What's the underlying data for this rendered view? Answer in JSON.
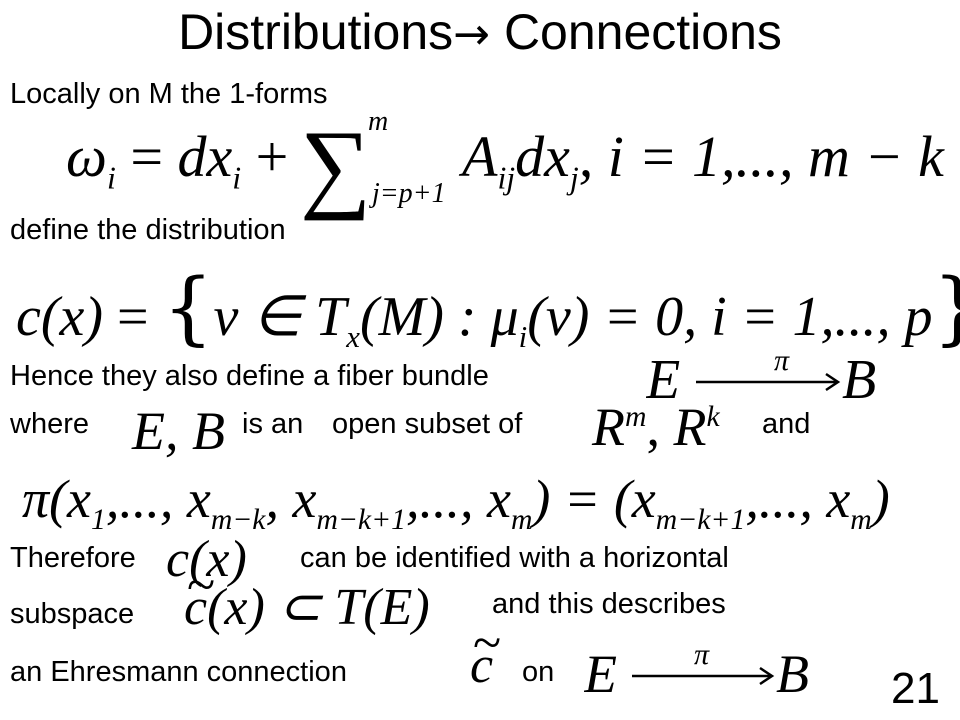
{
  "title": {
    "left": "Distributions",
    "arrow": "→",
    "right": "Connections"
  },
  "lines": {
    "l1": "Locally on M the 1-forms",
    "l2": "define the distribution",
    "l3": "Hence they also define a fiber bundle",
    "l4a": "where",
    "l4b": "is an",
    "l4c": "open subset of",
    "l4d": "and",
    "l5a": "Therefore",
    "l5b": "can be identified with a horizontal",
    "l6a": "subspace",
    "l6b": "and this describes",
    "l7a": "an Ehresmann connection",
    "l7b": "on"
  },
  "math": {
    "omega_lhs": "ω",
    "omega_sub": "i",
    "eq": "=",
    "dx": "dx",
    "plus": "+",
    "sum_top": "m",
    "sum_bot": "j=p+1",
    "A": "A",
    "A_sub": "ij",
    "dxj": "dx",
    "j": "j",
    "range1": ", i = 1,..., m − k",
    "cx": "c(x)",
    "set_body": "v ∈ T",
    "Tx_sub": "x",
    "set_body2": "(M) : μ",
    "mu_sub": "i",
    "set_body3": "(v) = 0, i = 1,..., p",
    "E": "E",
    "pi": "π",
    "B": "B",
    "EB": "E, B",
    "R": "R",
    "Rm_sup": "m",
    "Rk_sup": "k",
    "projection_lhs": "π(x",
    "projection_rhs": "(x",
    "c_tilde_x": "c(x) ⊂ T(E)",
    "c_x": "c(x)",
    "c_tilde": "c"
  },
  "slide_number": "21"
}
